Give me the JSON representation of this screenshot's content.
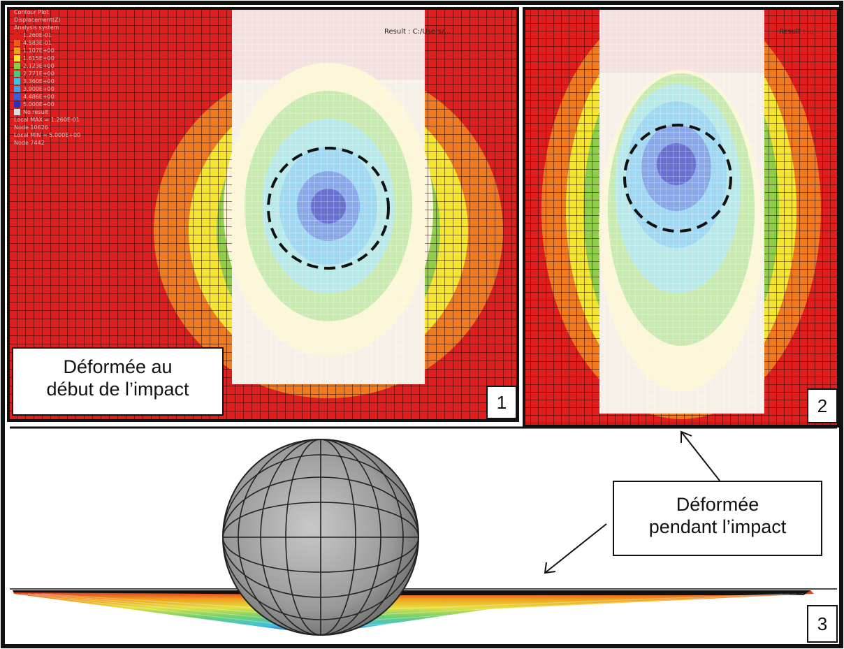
{
  "panel1": {
    "legend": {
      "header": [
        "Contour Plot",
        "Displacement(Z)",
        "Analysis system"
      ],
      "values": [
        "1.260E-01",
        "4.583E-01",
        "1.107E+00",
        "1.615E+00",
        "2.123E+00",
        "2.771E+00",
        "3.360E+00",
        "3.900E+00",
        "4.486E+00",
        "5.000E+00"
      ],
      "no_result": "No result",
      "footer": [
        "Local MAX = 1.260E-01",
        "Node 10626",
        "Local MIN = 5.000E+00",
        "Node 7442"
      ]
    },
    "result_label": "Result : C:/Users/...",
    "caption_line1": "Déformée au",
    "caption_line2": "début de l’impact",
    "number": "1"
  },
  "panel2": {
    "result_label": "Result : ...",
    "number": "2"
  },
  "panel3": {
    "caption_line1": "Déformée",
    "caption_line2": "pendant l’impact",
    "number": "3"
  },
  "colors": {
    "red": "#e01e1e",
    "orange": "#f07a1e",
    "yellow": "#f4e62e",
    "green": "#8fce4a",
    "cyan": "#9fe0f0",
    "blue": "#5a7ad8",
    "pale": "#fbf6d8",
    "sphere": "#9a9a9a"
  }
}
